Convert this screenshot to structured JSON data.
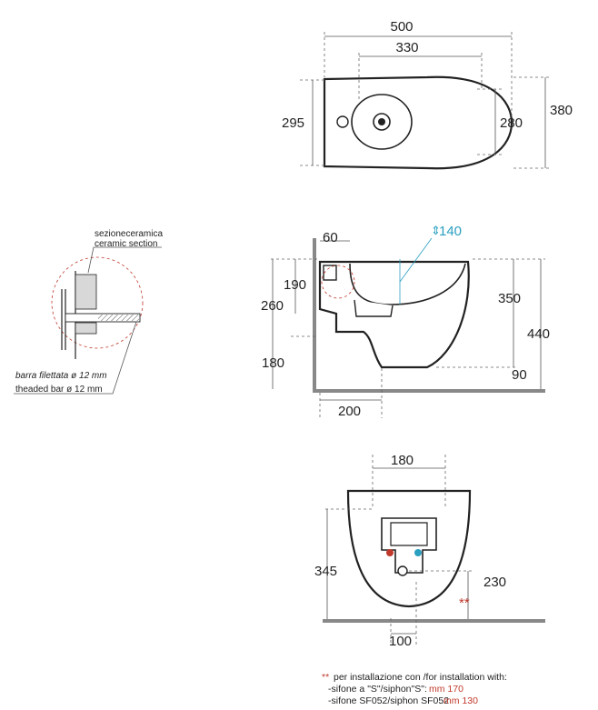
{
  "top_view": {
    "dim_width_total": "500",
    "dim_bowl": "330",
    "dim_left_height": "295",
    "dim_bowl_height": "280",
    "dim_total_height": "380"
  },
  "side_view": {
    "dim_60": "60",
    "dim_140": "140",
    "dim_190": "190",
    "dim_260": "260",
    "dim_350": "350",
    "dim_440": "440",
    "dim_180": "180",
    "dim_90": "90",
    "dim_200": "200"
  },
  "detail": {
    "section_it": "sezioneceramica",
    "section_en": "ceramic section",
    "bar_it": "barra filettata ø 12 mm",
    "bar_en": "theaded bar ø 12 mm"
  },
  "front_view": {
    "dim_180": "180",
    "dim_345": "345",
    "dim_230": "230",
    "dim_100": "100",
    "marker": "**"
  },
  "notes": {
    "marker": "**",
    "line1": "per installazione con /for installation with:",
    "line2_label": "-sifone a \"S\"/siphon\"S\":",
    "line2_value": "mm 170",
    "line3_label": "-sifone SF052/siphon SF052",
    "line3_value": "mm 130"
  },
  "colors": {
    "accent_teal": "#2a9fc0",
    "note_red": "#c0392b",
    "floor_grey": "#888888"
  }
}
